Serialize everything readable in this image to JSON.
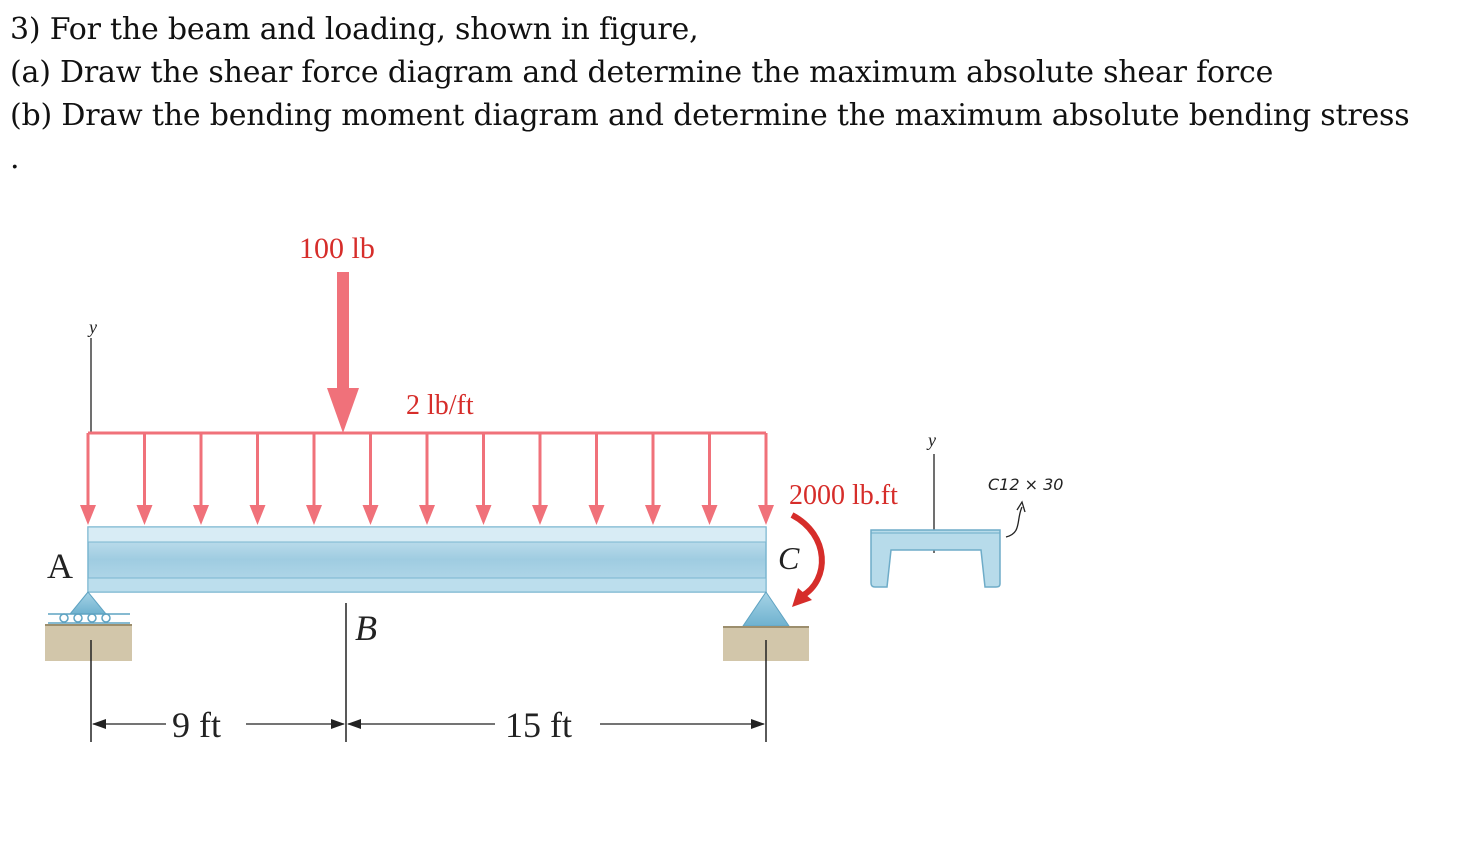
{
  "problem": {
    "line1": "3) For the beam and loading, shown in figure,",
    "line2": "(a) Draw the shear force diagram and determine the maximum absolute shear force",
    "line3": "(b) Draw the bending moment diagram and determine the maximum absolute bending stress",
    "line4": "."
  },
  "figure": {
    "point_load": "100 lb",
    "distributed_load": "2 lb/ft",
    "moment": "2000 lb.ft",
    "section": "C12 × 30",
    "y_axis": "y",
    "section_y_axis": "y",
    "point_a": "A",
    "point_b": "B",
    "point_c": "C",
    "dim_1": "9 ft",
    "dim_2": "15 ft"
  },
  "colors": {
    "load_red": "#f0717a",
    "moment_red": "#d62d2a",
    "beam_blue": "#a9d3e6",
    "ground": "#d2c6aa"
  }
}
